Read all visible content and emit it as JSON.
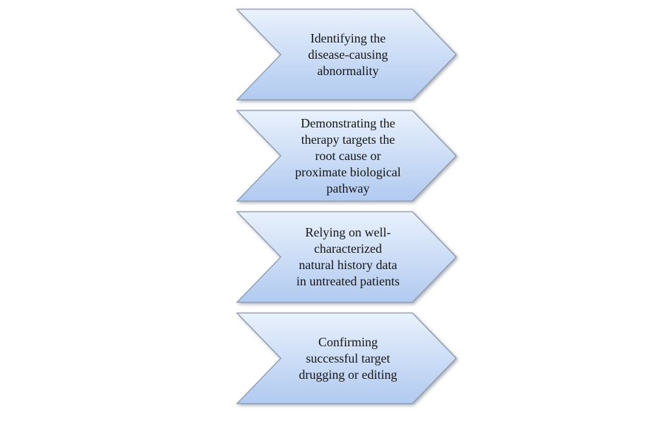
{
  "page": {
    "background_color": "#ffffff"
  },
  "diagram": {
    "type": "chevron-process-flow",
    "orientation": "vertical-stack",
    "colors": {
      "shape_fill_top": "#e9f1fc",
      "shape_fill_mid": "#cfdff7",
      "shape_fill_bottom": "#b1caf0",
      "shape_border": "#8c97a8",
      "text_color": "#141414"
    },
    "steps": [
      {
        "text": "Identifying the\ndisease-causing\nabnormality"
      },
      {
        "text": "Demonstrating the\ntherapy targets the\nroot cause or\nproximate biological\npathway"
      },
      {
        "text": "Relying on well-\ncharacterized\nnatural history data\nin untreated patients"
      },
      {
        "text": "Confirming\nsuccessful target\ndrugging or editing"
      }
    ]
  }
}
